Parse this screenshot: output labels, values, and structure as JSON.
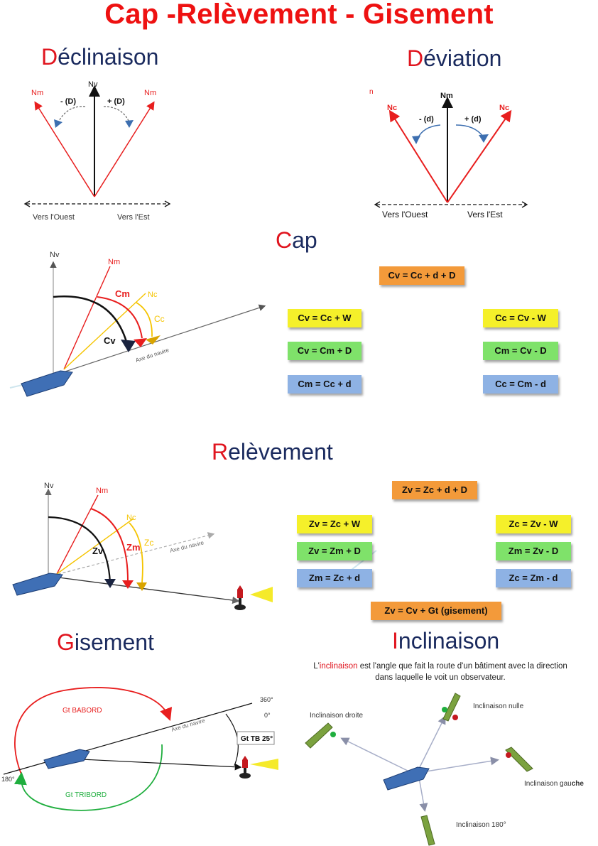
{
  "title": "Cap -Relèvement - Gisement",
  "sections": {
    "declinaison": {
      "first": "D",
      "rest": "éclinaison"
    },
    "deviation": {
      "first": "D",
      "rest": "éviation"
    },
    "cap": {
      "first": "C",
      "rest": "ap"
    },
    "relevement": {
      "first": "R",
      "rest": "elèvement"
    },
    "gisement": {
      "first": "G",
      "rest": "isement"
    },
    "inclinaison": {
      "first": "I",
      "rest": "nclinaison"
    }
  },
  "declinaison_diagram": {
    "north_true": "Nv",
    "north_mag_left": "Nm",
    "north_mag_right": "Nm",
    "angle_minus": "- (D)",
    "angle_plus": "+ (D)",
    "west": "Vers l'Ouest",
    "east": "Vers l'Est"
  },
  "deviation_diagram": {
    "north_mag": "Nm",
    "north_comp_left": "Nc",
    "north_comp_right": "Nc",
    "angle_minus": "- (d)",
    "angle_plus": "+ (d)",
    "west": "Vers l'Ouest",
    "east": "Vers l'Est"
  },
  "cap_diagram": {
    "nv": "Nv",
    "nm": "Nm",
    "nc": "Nc",
    "cm": "Cm",
    "cc": "Cc",
    "cv": "Cv",
    "axis": "Axe du navire"
  },
  "cap_formulas": {
    "main": "Cv = Cc + d + D",
    "left": [
      "Cv = Cc + W",
      "Cv = Cm + D",
      "Cm = Cc + d"
    ],
    "right": [
      "Cc = Cv - W",
      "Cm = Cv - D",
      "Cc = Cm - d"
    ]
  },
  "relevement_diagram": {
    "nv": "Nv",
    "nm": "Nm",
    "nc": "Nc",
    "zv": "Zv",
    "zm": "Zm",
    "zc": "Zc",
    "axis": "Axe du navire"
  },
  "relevement_formulas": {
    "main": "Zv = Zc + d + D",
    "left": [
      "Zv = Zc + W",
      "Zv = Zm + D",
      "Zm = Zc + d"
    ],
    "right": [
      "Zc = Zv - W",
      "Zm = Zv - D",
      "Zc = Zm - d"
    ],
    "gisement": "Zv = Cv + Gt (gisement)"
  },
  "gisement_diagram": {
    "babord": "Gt BABORD",
    "tribord": "Gt TRIBORD",
    "deg360": "360°",
    "deg0": "0°",
    "deg180": "180°",
    "gt_tb": "Gt TB 25°",
    "axis": "Axe du navire"
  },
  "inclinaison_diagram": {
    "desc_pre": "L'",
    "desc_word": "inclinaison",
    "desc_line1_rest": " est l'angle que fait la route d'un bâtiment avec la direction",
    "desc_line2": "dans laquelle le voit un observateur.",
    "droite": "Inclinaison droite",
    "nulle": "Inclinaison nulle",
    "gauche_pre": "Inclinaison gau",
    "gauche_bold": "che",
    "i180": "Inclinaison 180°"
  },
  "colors": {
    "title_red": "#ee1111",
    "section_navy": "#1a2a5e",
    "arrow_red": "#e81e1e",
    "arrow_yellow": "#f5c400",
    "orange": "#f39a3a",
    "yellow": "#f5f02a",
    "green": "#7fe26a",
    "blue": "#8eb2e4",
    "ship": "#3f6fb5"
  }
}
